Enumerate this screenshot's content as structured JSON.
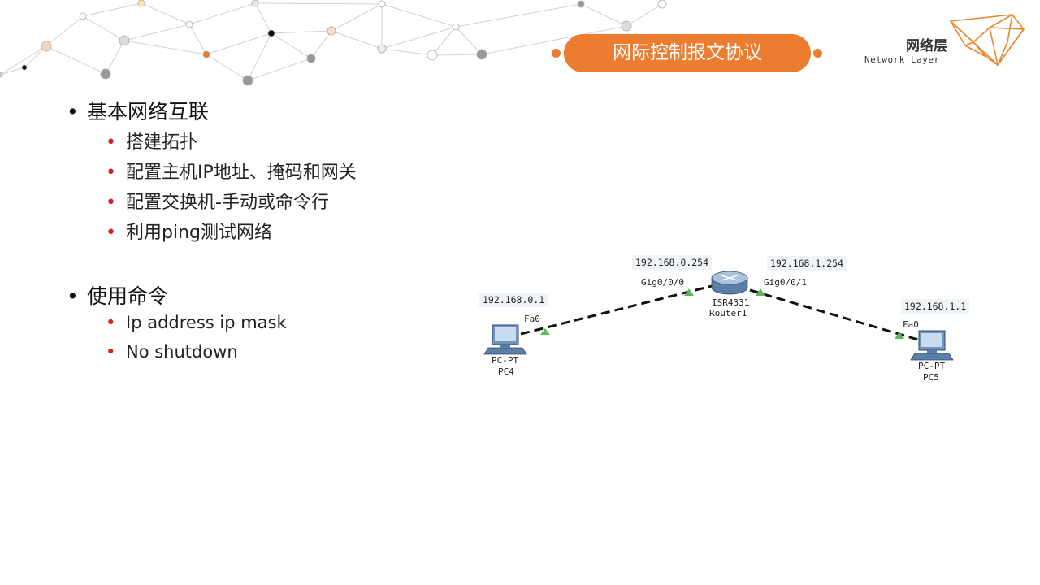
{
  "header": {
    "title": "网际控制报文协议",
    "brand_cn": "网络层",
    "brand_en": "Network Layer"
  },
  "colors": {
    "accent": "#ec7c30",
    "bullet_red": "#d62020",
    "link": "#111111",
    "port_up": "#5cb85c"
  },
  "content": {
    "sections": [
      {
        "heading": "基本网络互联",
        "items": [
          "搭建拓扑",
          "配置主机IP地址、掩码和网关",
          "配置交换机-手动或命令行",
          "利用ping测试网络"
        ]
      },
      {
        "heading": "使用命令",
        "items": [
          "Ip address ip mask",
          "No shutdown"
        ]
      }
    ]
  },
  "topology": {
    "pc4": {
      "type": "PC-PT",
      "name": "PC4",
      "ip": "192.168.0.1",
      "port": "Fa0"
    },
    "router": {
      "type": "ISR4331",
      "name": "Router1",
      "port_left": "Gig0/0/0",
      "ip_left": "192.168.0.254",
      "port_right": "Gig0/0/1",
      "ip_right": "192.168.1.254"
    },
    "pc5": {
      "type": "PC-PT",
      "name": "PC5",
      "ip": "192.168.1.1",
      "port": "Fa0"
    }
  }
}
